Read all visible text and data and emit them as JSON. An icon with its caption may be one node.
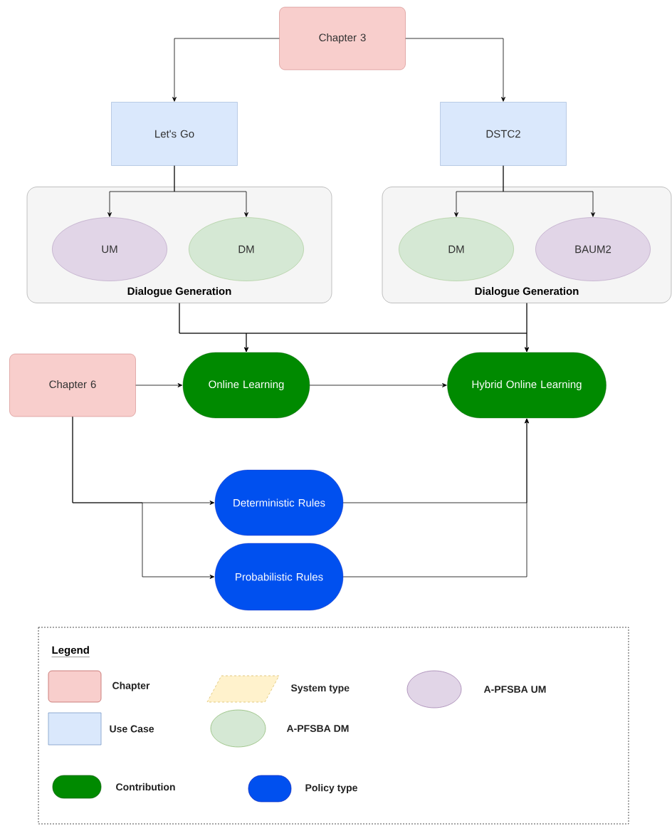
{
  "diagram": {
    "nodes": [
      {
        "text": [
          "Chapter 3"
        ]
      },
      {
        "text": [
          "Let's Go"
        ]
      },
      {
        "text": [
          "DSTC2"
        ]
      },
      {
        "text": [
          "Dialogue Generation"
        ]
      },
      {
        "text": [
          "UM"
        ],
        "in": 3
      },
      {
        "text": [
          "DM"
        ],
        "in": 3
      },
      {
        "text": [
          "Dialogue Generation"
        ]
      },
      {
        "text": [
          "DM"
        ],
        "in": 6
      },
      {
        "text": [
          "BAUM2"
        ],
        "in": 6
      },
      {
        "text": [
          "Chapter 6"
        ]
      },
      {
        "text": [
          "Online Learning"
        ]
      },
      {
        "text": [
          "Hybrid Online Learning"
        ]
      },
      {
        "text": [
          "Deterministic Rules"
        ]
      },
      {
        "text": [
          "Probabilistic Rules"
        ]
      }
    ],
    "edges": [
      {
        "from": 0,
        "to": 1,
        "arrow": "to"
      },
      {
        "from": 0,
        "to": 2,
        "arrow": "to"
      },
      {
        "from": 1,
        "to": 4,
        "arrow": "to"
      },
      {
        "from": 1,
        "to": 5,
        "arrow": "to"
      },
      {
        "from": 2,
        "to": 7,
        "arrow": "to"
      },
      {
        "from": 2,
        "to": 8,
        "arrow": "to"
      },
      {
        "from": 3,
        "to": 10,
        "arrow": "to"
      },
      {
        "from": 3,
        "to": 11,
        "arrow": "to"
      },
      {
        "from": 6,
        "to": 10,
        "arrow": "to"
      },
      {
        "from": 6,
        "to": 11,
        "arrow": "to"
      },
      {
        "from": 9,
        "to": 10,
        "arrow": "to"
      },
      {
        "from": 10,
        "to": 11,
        "arrow": "to"
      },
      {
        "from": 9,
        "to": 12,
        "arrow": "to"
      },
      {
        "from": 9,
        "to": 13,
        "arrow": "to"
      },
      {
        "from": 12,
        "to": 11,
        "arrow": "to"
      },
      {
        "from": 13,
        "to": 11,
        "arrow": "to"
      }
    ],
    "labels": [
      "Legend"
    ],
    "legend": [
      {
        "text": "Chapter",
        "color": "#f8cecc"
      },
      {
        "text": "System type",
        "color": "#fff2cc"
      },
      {
        "text": "A-PFSBA UM",
        "color": "#e1d5e7"
      },
      {
        "text": "Use Case",
        "color": "#dae8fc"
      },
      {
        "text": "A-PFSBA DM",
        "color": "#d5e8d4"
      },
      {
        "text": "Contribution",
        "color": "#008a00"
      },
      {
        "text": "Policy type",
        "color": "#0050ef"
      }
    ]
  }
}
